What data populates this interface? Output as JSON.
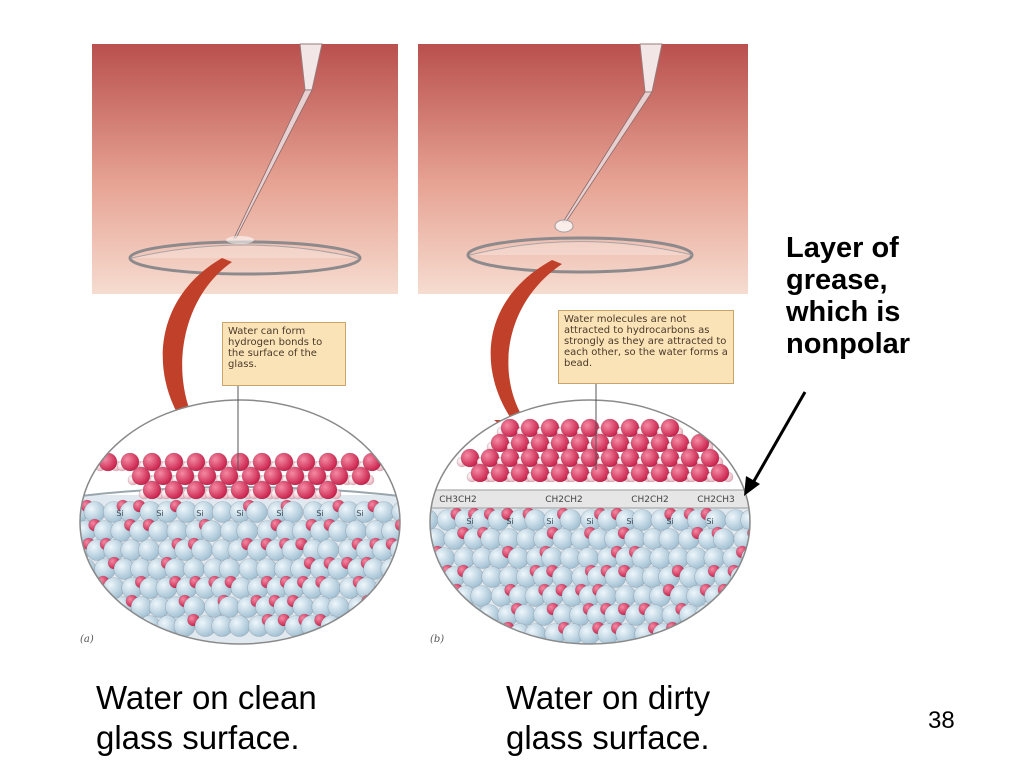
{
  "panels": {
    "a": {
      "callout": "Water can form hydrogen bonds to the surface of the glass.",
      "tag": "(a)",
      "caption_line1": "Water on clean",
      "caption_line2": "glass surface."
    },
    "b": {
      "callout": "Water molecules are not attracted to hydrocarbons as strongly as they are attracted to each other, so the water forms a bead.",
      "tag": "(b)",
      "caption_line1": "Water on dirty",
      "caption_line2": "glass surface.",
      "grease_labels": [
        "CH3CH2",
        "CH2CH2",
        "CH2CH2",
        "CH2CH3"
      ]
    }
  },
  "si_label": "Si",
  "annotation": {
    "line1": "Layer of",
    "line2": "grease,",
    "line3": "which is",
    "line4": "nonpolar"
  },
  "slide_number": "38",
  "colors": {
    "backdrop_top": "#b9504e",
    "backdrop_bottom": "#f3d3c6",
    "arrow": "#c0402a",
    "oxygen": "#d9345a",
    "silicon": "#b8d4e4",
    "hydrogen": "#f4c7cf",
    "callout_bg": "#fbe3b8"
  }
}
